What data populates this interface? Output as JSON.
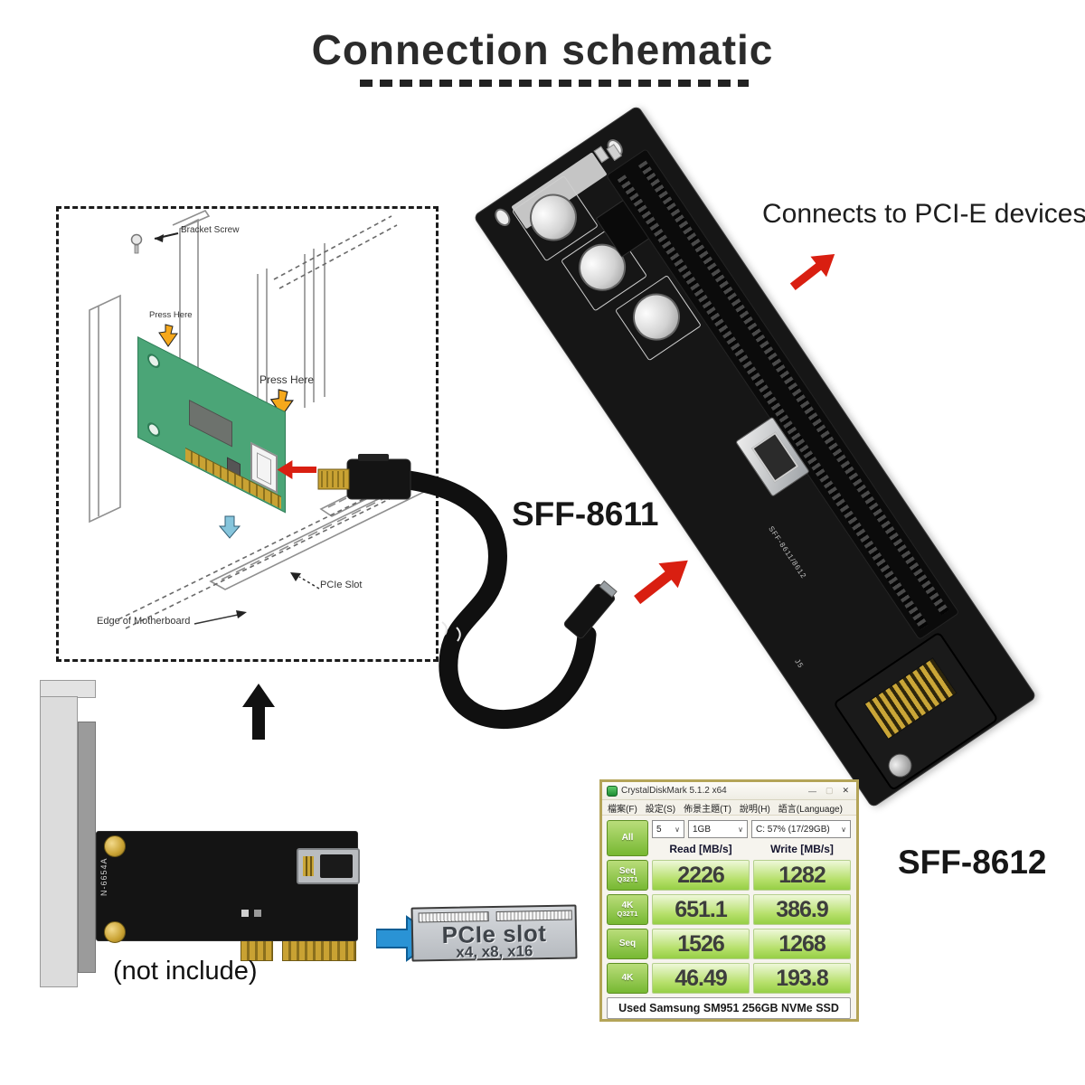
{
  "title": "Connection schematic",
  "install_diagram": {
    "bracket_screw_label": "Bracket Screw",
    "press_here_top": "Press Here",
    "press_here_right": "Press Here",
    "pcie_slot_label": "PCIe Slot",
    "edge_label": "Edge of Motherboard"
  },
  "callouts": {
    "sff8611": "SFF-8611",
    "sff8612": "SFF-8612",
    "connects_pcie": "Connects to PCI-E devices",
    "not_include": "(not include)",
    "pcie_slot_block_title": "PCIe slot",
    "pcie_slot_block_sizes": "x4, x8, x16"
  },
  "board": {
    "silkscreen": "SFF-8611/8612",
    "ref_j5": "J5"
  },
  "host_card": {
    "model": "N-6654A"
  },
  "benchmark": {
    "window_title": "CrystalDiskMark 5.1.2 x64",
    "window_controls": {
      "minimize": "—",
      "maximize": "▢",
      "close": "✕"
    },
    "menu": [
      "檔案(F)",
      "設定(S)",
      "佈景主題(T)",
      "說明(H)",
      "語言(Language)"
    ],
    "all_label": "All",
    "dropdowns": [
      {
        "value": "5"
      },
      {
        "value": "1GB"
      },
      {
        "value": "C: 57% (17/29GB)"
      }
    ],
    "columns": {
      "read": "Read [MB/s]",
      "write": "Write [MB/s]"
    },
    "rows": [
      {
        "l1": "Seq",
        "l2": "Q32T1",
        "read": "2226",
        "write": "1282"
      },
      {
        "l1": "4K",
        "l2": "Q32T1",
        "read": "651.1",
        "write": "386.9"
      },
      {
        "l1": "Seq",
        "l2": "",
        "read": "1526",
        "write": "1268"
      },
      {
        "l1": "4K",
        "l2": "",
        "read": "46.49",
        "write": "193.8"
      }
    ],
    "footer": "Used Samsung SM951 256GB NVMe SSD"
  },
  "icons": {
    "chevron_down": "∨"
  },
  "colors": {
    "arrow_red": "#d91f11",
    "arrow_yellow": "#f5a81c",
    "arrow_blue": "#2a93d5",
    "arrow_cyan": "#86c5dc",
    "card_green": "#4ba577",
    "cdm_green": "#8cc63f",
    "gold": "#c9a233",
    "board_black": "#161616"
  }
}
